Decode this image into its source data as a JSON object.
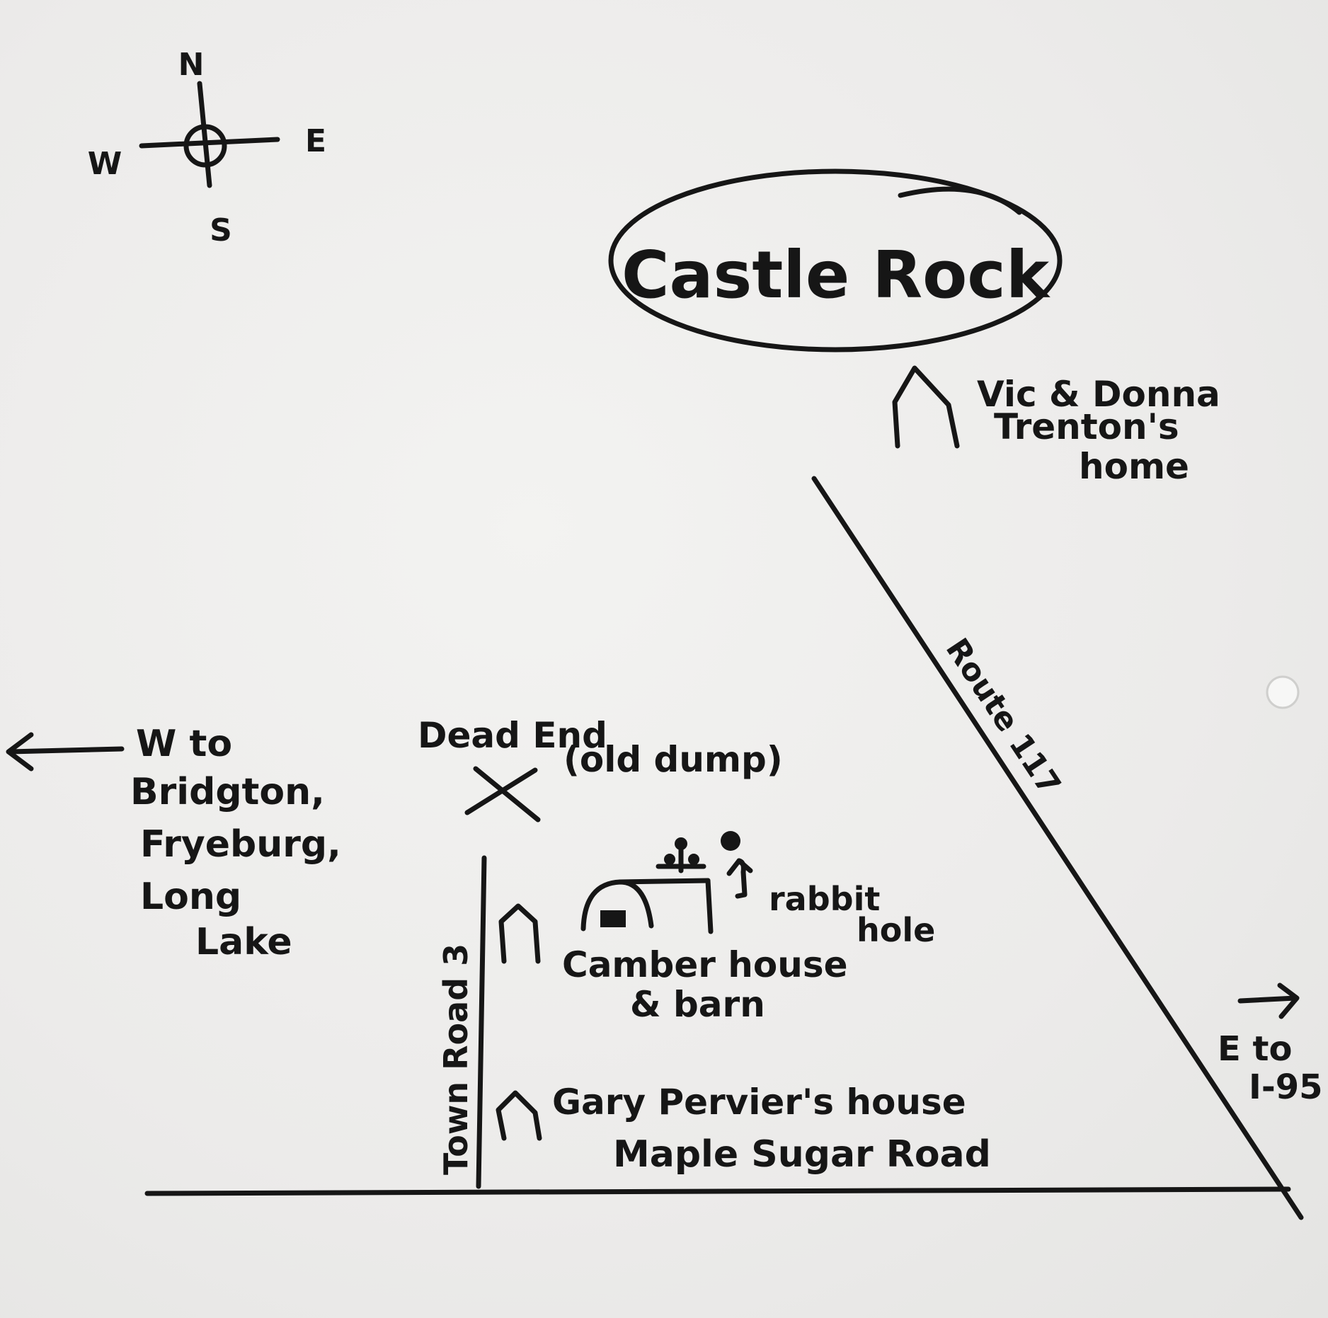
{
  "compass": {
    "north": "N",
    "east": "E",
    "south": "S",
    "west": "W"
  },
  "town": {
    "name": "Castle Rock"
  },
  "trenton_home": {
    "line1": "Vic & Donna",
    "line2": "Trenton's",
    "line3": "home"
  },
  "route_117": {
    "label": "Route 117"
  },
  "east_direction": {
    "line1": "E to",
    "line2": "I-95"
  },
  "west_direction": {
    "line1": "W to",
    "line2": "Bridgton,",
    "line3": "Fryeburg,",
    "line4": "Long",
    "line5": "Lake"
  },
  "dead_end": {
    "line1": "Dead End",
    "line2": "(old dump)"
  },
  "town_road_3": {
    "label": "Town Road 3"
  },
  "rabbit_hole": {
    "line1": "rabbit",
    "line2": "hole"
  },
  "camber": {
    "line1": "Camber house",
    "line2": "& barn"
  },
  "pervier": {
    "label": "Gary Pervier's house"
  },
  "maple_sugar_road": {
    "label": "Maple Sugar Road"
  },
  "icons": [
    "compass-rose-icon",
    "house-icon",
    "barn-icon",
    "tree-icon",
    "x-mark-icon",
    "arrow-left-icon",
    "arrow-right-icon",
    "arrow-up-icon"
  ],
  "colors": {
    "ink": "#161616",
    "paper": "#eeeeec"
  }
}
